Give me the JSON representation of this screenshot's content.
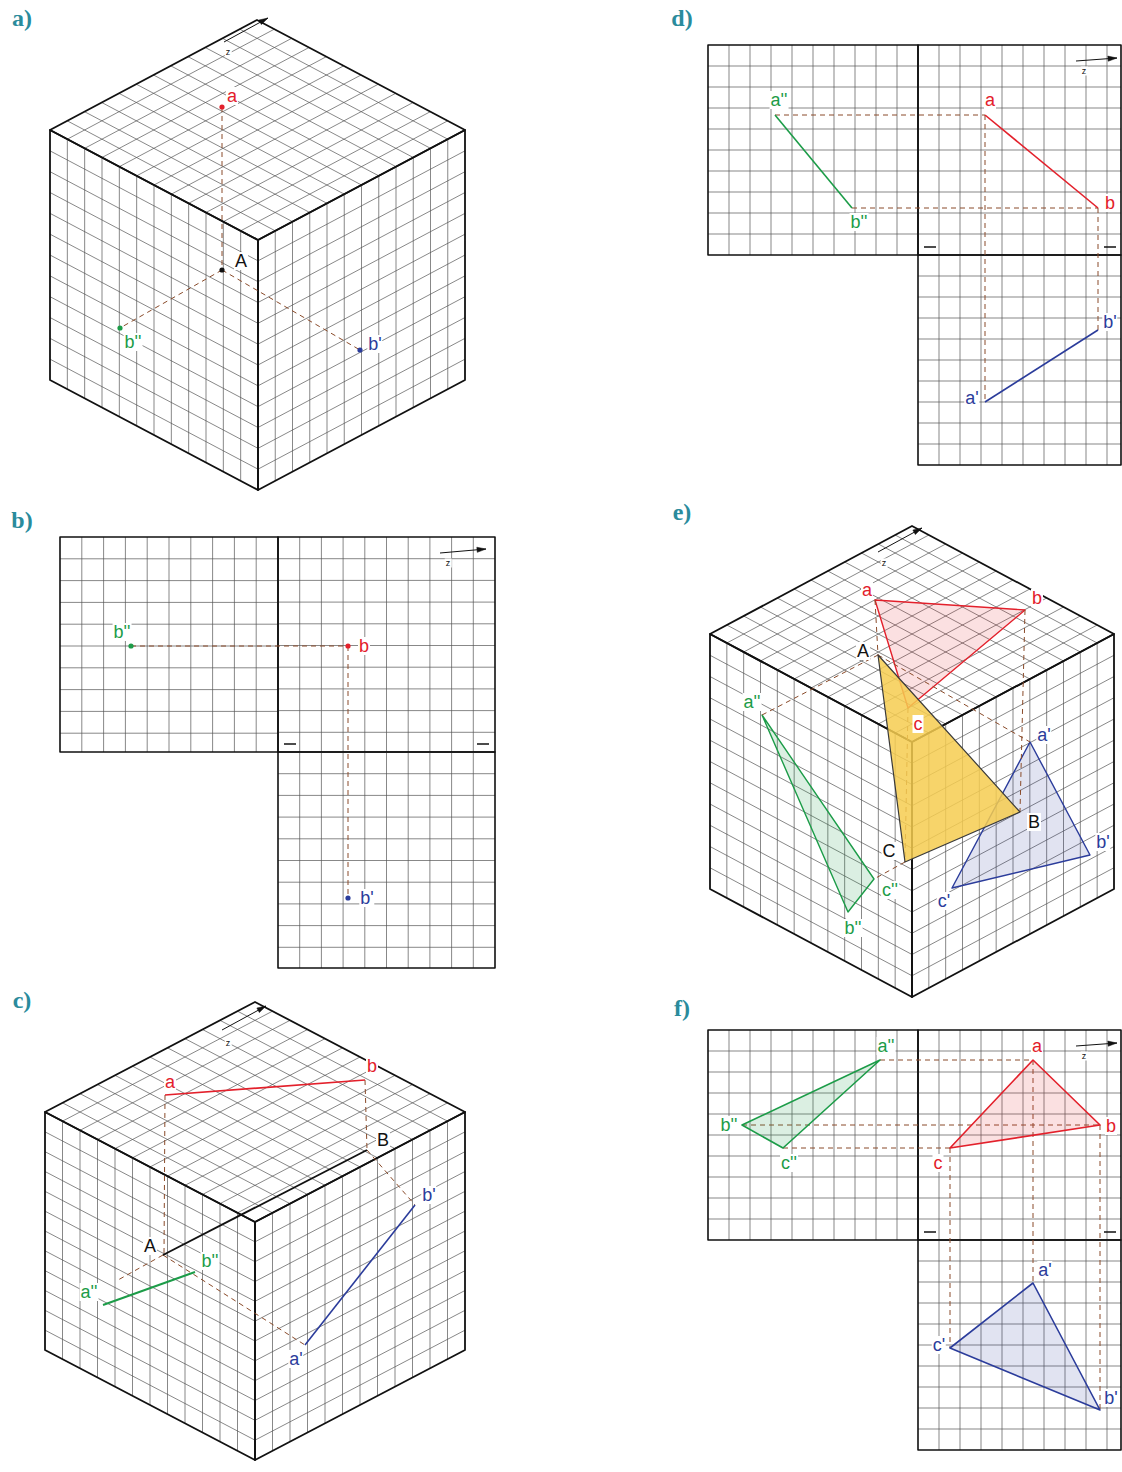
{
  "diagram": {
    "labels": [
      "a)",
      "z",
      "a",
      "A",
      "b''",
      "b'",
      "b)",
      "z",
      "b''",
      "b",
      "b'",
      "c)",
      "z",
      "a",
      "b",
      "B",
      "A",
      "a''",
      "b''",
      "a'",
      "b'",
      "d)",
      "z",
      "a''",
      "b''",
      "a",
      "b",
      "b'",
      "a'",
      "e)",
      "z",
      "a",
      "b",
      "A",
      "c",
      "a''",
      "a'",
      "B",
      "C",
      "c''",
      "c'",
      "b'",
      "b''",
      "f)",
      "z",
      "a''",
      "a",
      "b''",
      "b",
      "c''",
      "c",
      "a'",
      "c'",
      "b'"
    ]
  }
}
